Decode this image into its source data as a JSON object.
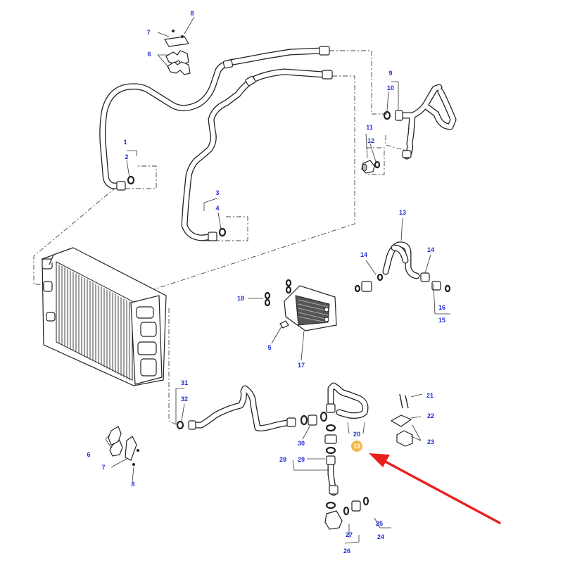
{
  "diagram": {
    "callouts": {
      "c1": "1",
      "c2": "2",
      "c3": "3",
      "c4": "4",
      "c5": "5",
      "c6a": "6",
      "c6b": "6",
      "c7a": "7",
      "c7b": "7",
      "c8a": "8",
      "c8b": "8",
      "c9": "9",
      "c10": "10",
      "c11": "11",
      "c12": "12",
      "c13": "13",
      "c14a": "14",
      "c14b": "14",
      "c15": "15",
      "c16": "16",
      "c17": "17",
      "c18": "18",
      "c19": "19",
      "c20": "20",
      "c21": "21",
      "c22": "22",
      "c23": "23",
      "c24": "24",
      "c25": "25",
      "c26": "26",
      "c27": "27",
      "c28": "28",
      "c29": "29",
      "c30": "30",
      "c31": "31",
      "c32": "32"
    },
    "highlighted_callout": "19",
    "colors": {
      "callout_text": "#1f2fd6",
      "highlight_badge": "#f2b84b",
      "arrow": "#e8201f",
      "line_art": "#222222"
    }
  }
}
